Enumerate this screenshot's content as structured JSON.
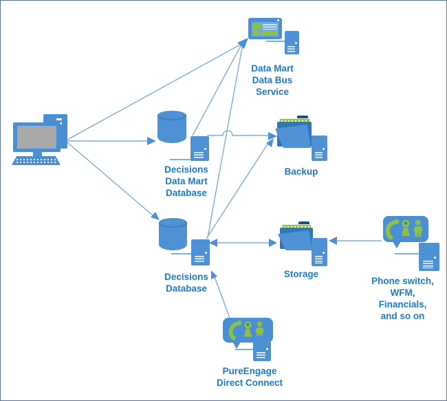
{
  "diagram_type": "architecture-diagram",
  "nodes": {
    "client_computer": {
      "label": ""
    },
    "data_mart_bus_service": {
      "label": "Data Mart\nData Bus\nService"
    },
    "decisions_data_mart_database": {
      "label": "Decisions\nData Mart\nDatabase"
    },
    "backup": {
      "label": "Backup"
    },
    "decisions_database": {
      "label": "Decisions\nDatabase"
    },
    "storage": {
      "label": "Storage"
    },
    "phone_switch": {
      "label": "Phone switch,\nWFM,\nFinancials,\nand so on"
    },
    "pure_engage": {
      "label": "PureEngage\nDirect Connect"
    }
  },
  "edges": [
    {
      "from": "client_computer",
      "to": "data_mart_bus_service",
      "bidirectional": false
    },
    {
      "from": "client_computer",
      "to": "decisions_data_mart_database",
      "bidirectional": false
    },
    {
      "from": "client_computer",
      "to": "decisions_database",
      "bidirectional": false
    },
    {
      "from": "decisions_data_mart_database",
      "to": "data_mart_bus_service",
      "bidirectional": false
    },
    {
      "from": "decisions_data_mart_database",
      "to": "backup",
      "bidirectional": false
    },
    {
      "from": "decisions_database",
      "to": "data_mart_bus_service",
      "bidirectional": false
    },
    {
      "from": "decisions_database",
      "to": "backup",
      "bidirectional": false
    },
    {
      "from": "decisions_database",
      "to": "storage",
      "bidirectional": true
    },
    {
      "from": "phone_switch",
      "to": "storage",
      "bidirectional": false
    },
    {
      "from": "pure_engage",
      "to": "decisions_database",
      "bidirectional": false
    }
  ],
  "colors": {
    "icon_blue": "#4a8fd3",
    "icon_blue_light": "#6fa9e0",
    "line_blue": "#7aade0",
    "arrow_blue": "#4c8fd4",
    "text_blue": "#1a7ac5",
    "green": "#8cc04a",
    "navy": "#1f4e79",
    "folder_back": "#2e77b8",
    "screen_gray": "#a9a9a9",
    "canvas_border": "#5a7191"
  }
}
